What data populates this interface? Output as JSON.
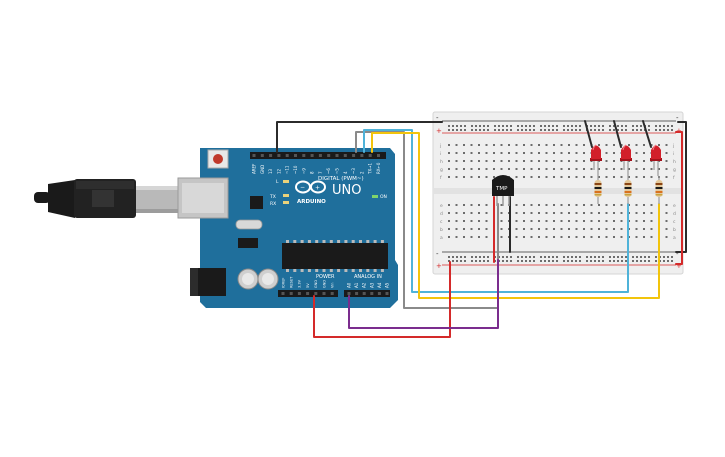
{
  "board": {
    "model": "UNO",
    "brand": "ARDUINO",
    "digital_label": "DIGITAL (PWM~)",
    "power_label": "POWER",
    "analog_label": "ANALOG IN",
    "on_label": "ON",
    "tx_label": "TX",
    "rx_label": "RX",
    "l_label": "L",
    "top_pins": [
      "AREF",
      "GND",
      "13",
      "12",
      "~11",
      "~10",
      "~9",
      "8",
      "7",
      "~6",
      "~5",
      "4",
      "~3",
      "2",
      "TX→1",
      "RX←0"
    ],
    "power_pins": [
      "IOREF",
      "RESET",
      "3.3V",
      "5V",
      "GND",
      "GND",
      "Vin"
    ],
    "analog_pins": [
      "A0",
      "A1",
      "A2",
      "A3",
      "A4",
      "A5"
    ]
  },
  "sensor": {
    "label": "TMP"
  },
  "breadboard": {
    "rail_plus": "+",
    "rail_minus": "-",
    "row_letters_top": [
      "j",
      "i",
      "h",
      "g",
      "f"
    ],
    "row_letters_bottom": [
      "e",
      "d",
      "c",
      "b",
      "a"
    ]
  },
  "wire_colors": {
    "red": "#d42a2a",
    "black": "#2b2b2b",
    "purple": "#7b2d8e",
    "gray": "#8a8a8a",
    "cyan": "#4fb3d9",
    "yellow": "#f2c40c"
  },
  "colors": {
    "board": "#1f6f9c",
    "breadboard": "#efefef",
    "led": "#d21f2a"
  }
}
